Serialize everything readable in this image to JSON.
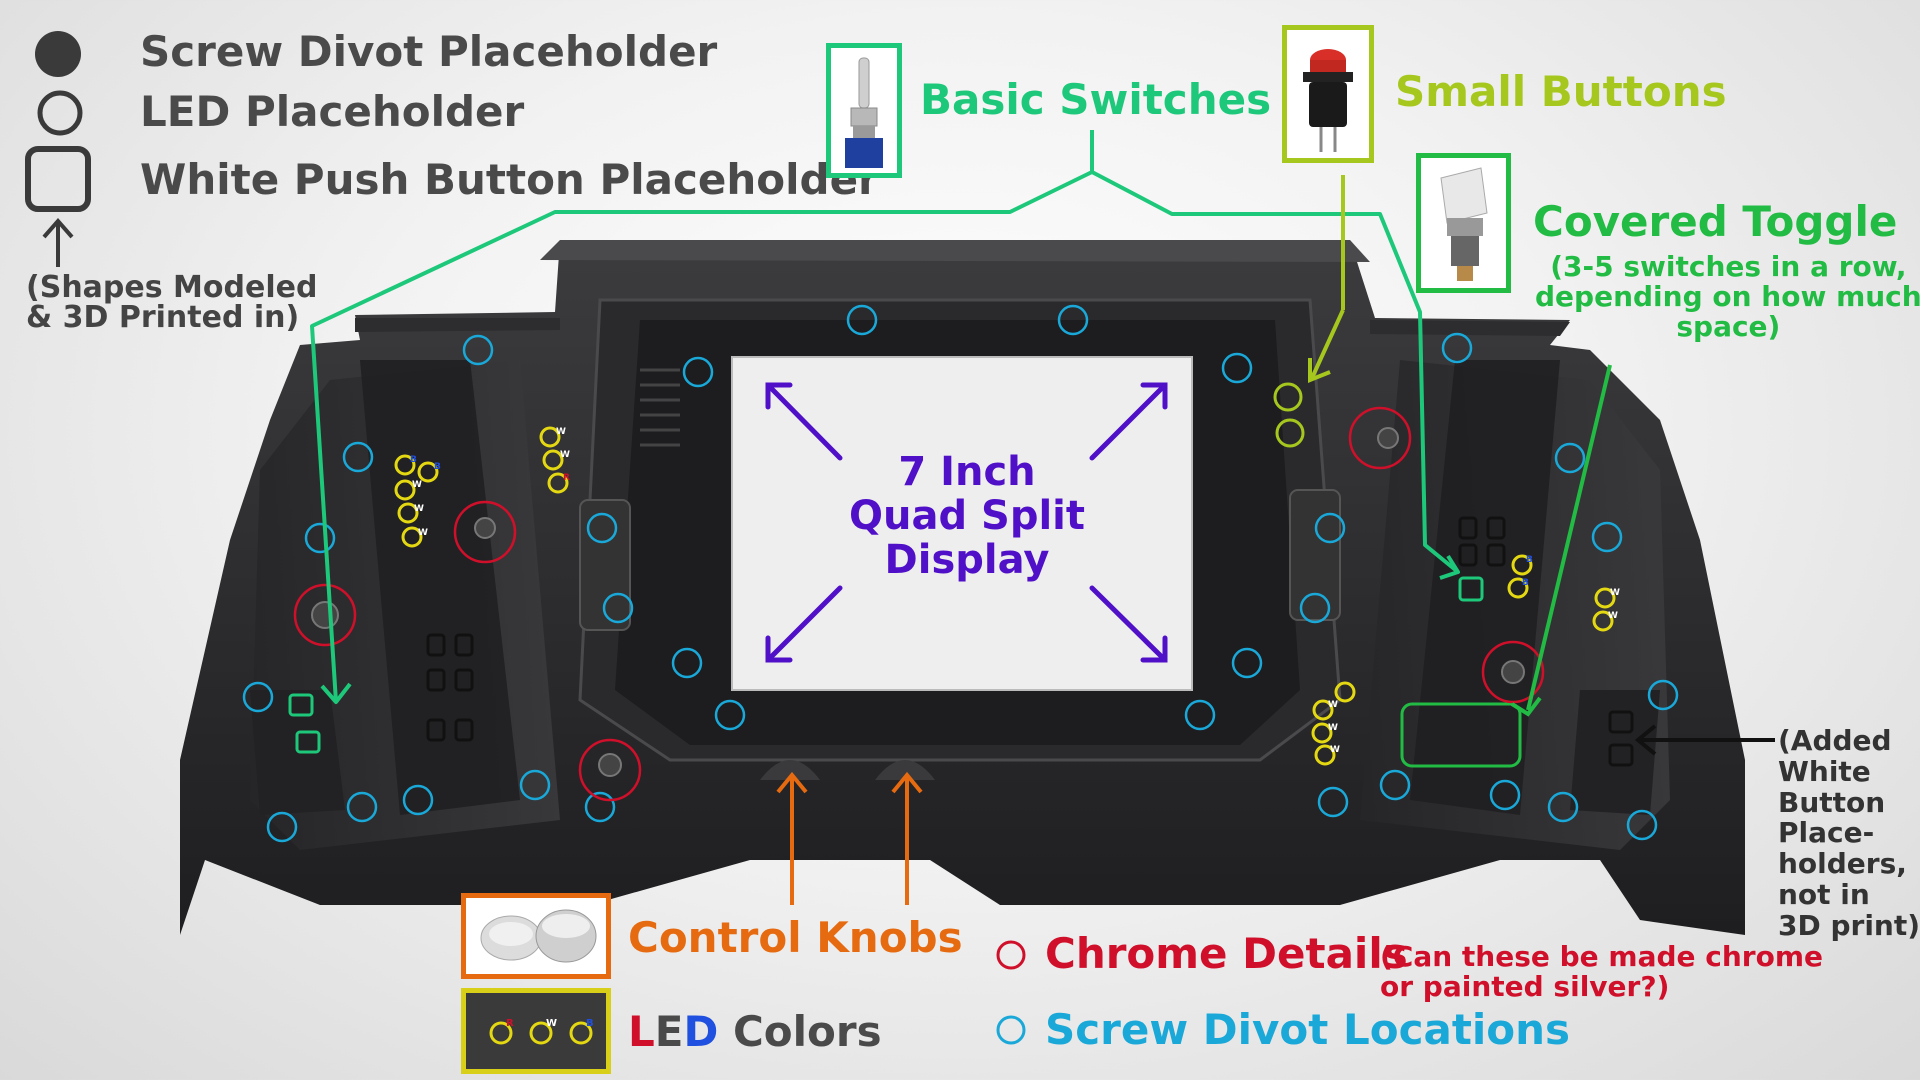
{
  "legend": {
    "screw": "Screw Divot Placeholder",
    "led": "LED Placeholder",
    "button": "White Push Button Placeholder",
    "shapes_note": "(Shapes Modeled\n& 3D Printed in)"
  },
  "labels": {
    "basic_switches": "Basic Switches",
    "small_buttons": "Small Buttons",
    "covered_toggle": "Covered Toggle",
    "covered_toggle_note": "(3-5 switches in a row,\ndepending on how much\nspace)",
    "display": "7 Inch\nQuad Split\nDisplay",
    "control_knobs": "Control Knobs",
    "led_colors_l": "L",
    "led_colors_e": "E",
    "led_colors_d": "D",
    "led_colors_rest": " Colors",
    "chrome_details": "Chrome Details",
    "chrome_note": "(Can these be made chrome\nor painted silver?)",
    "screw_locations": "Screw Divot Locations",
    "added_buttons_note": "(Added\nWhite\nButton\nPlace-\nholders,\nnot in\n3D print)",
    "led_swatch_letters": [
      "R",
      "W",
      "B"
    ],
    "led_marks": [
      "B",
      "W"
    ]
  },
  "colors": {
    "screw_cyan": "#19a8d8",
    "chrome_red": "#d0102a",
    "switch_green": "#1ec87a",
    "button_lime": "#a6c81e",
    "toggle_green": "#22bb44",
    "display_purple": "#5010c8",
    "knob_orange": "#e66a10",
    "led_yellow": "#e4d812",
    "led_blue": "#2050e0"
  },
  "icons": [
    "screw-divot-icon",
    "led-ring-icon",
    "push-button-icon",
    "up-arrow-icon"
  ]
}
